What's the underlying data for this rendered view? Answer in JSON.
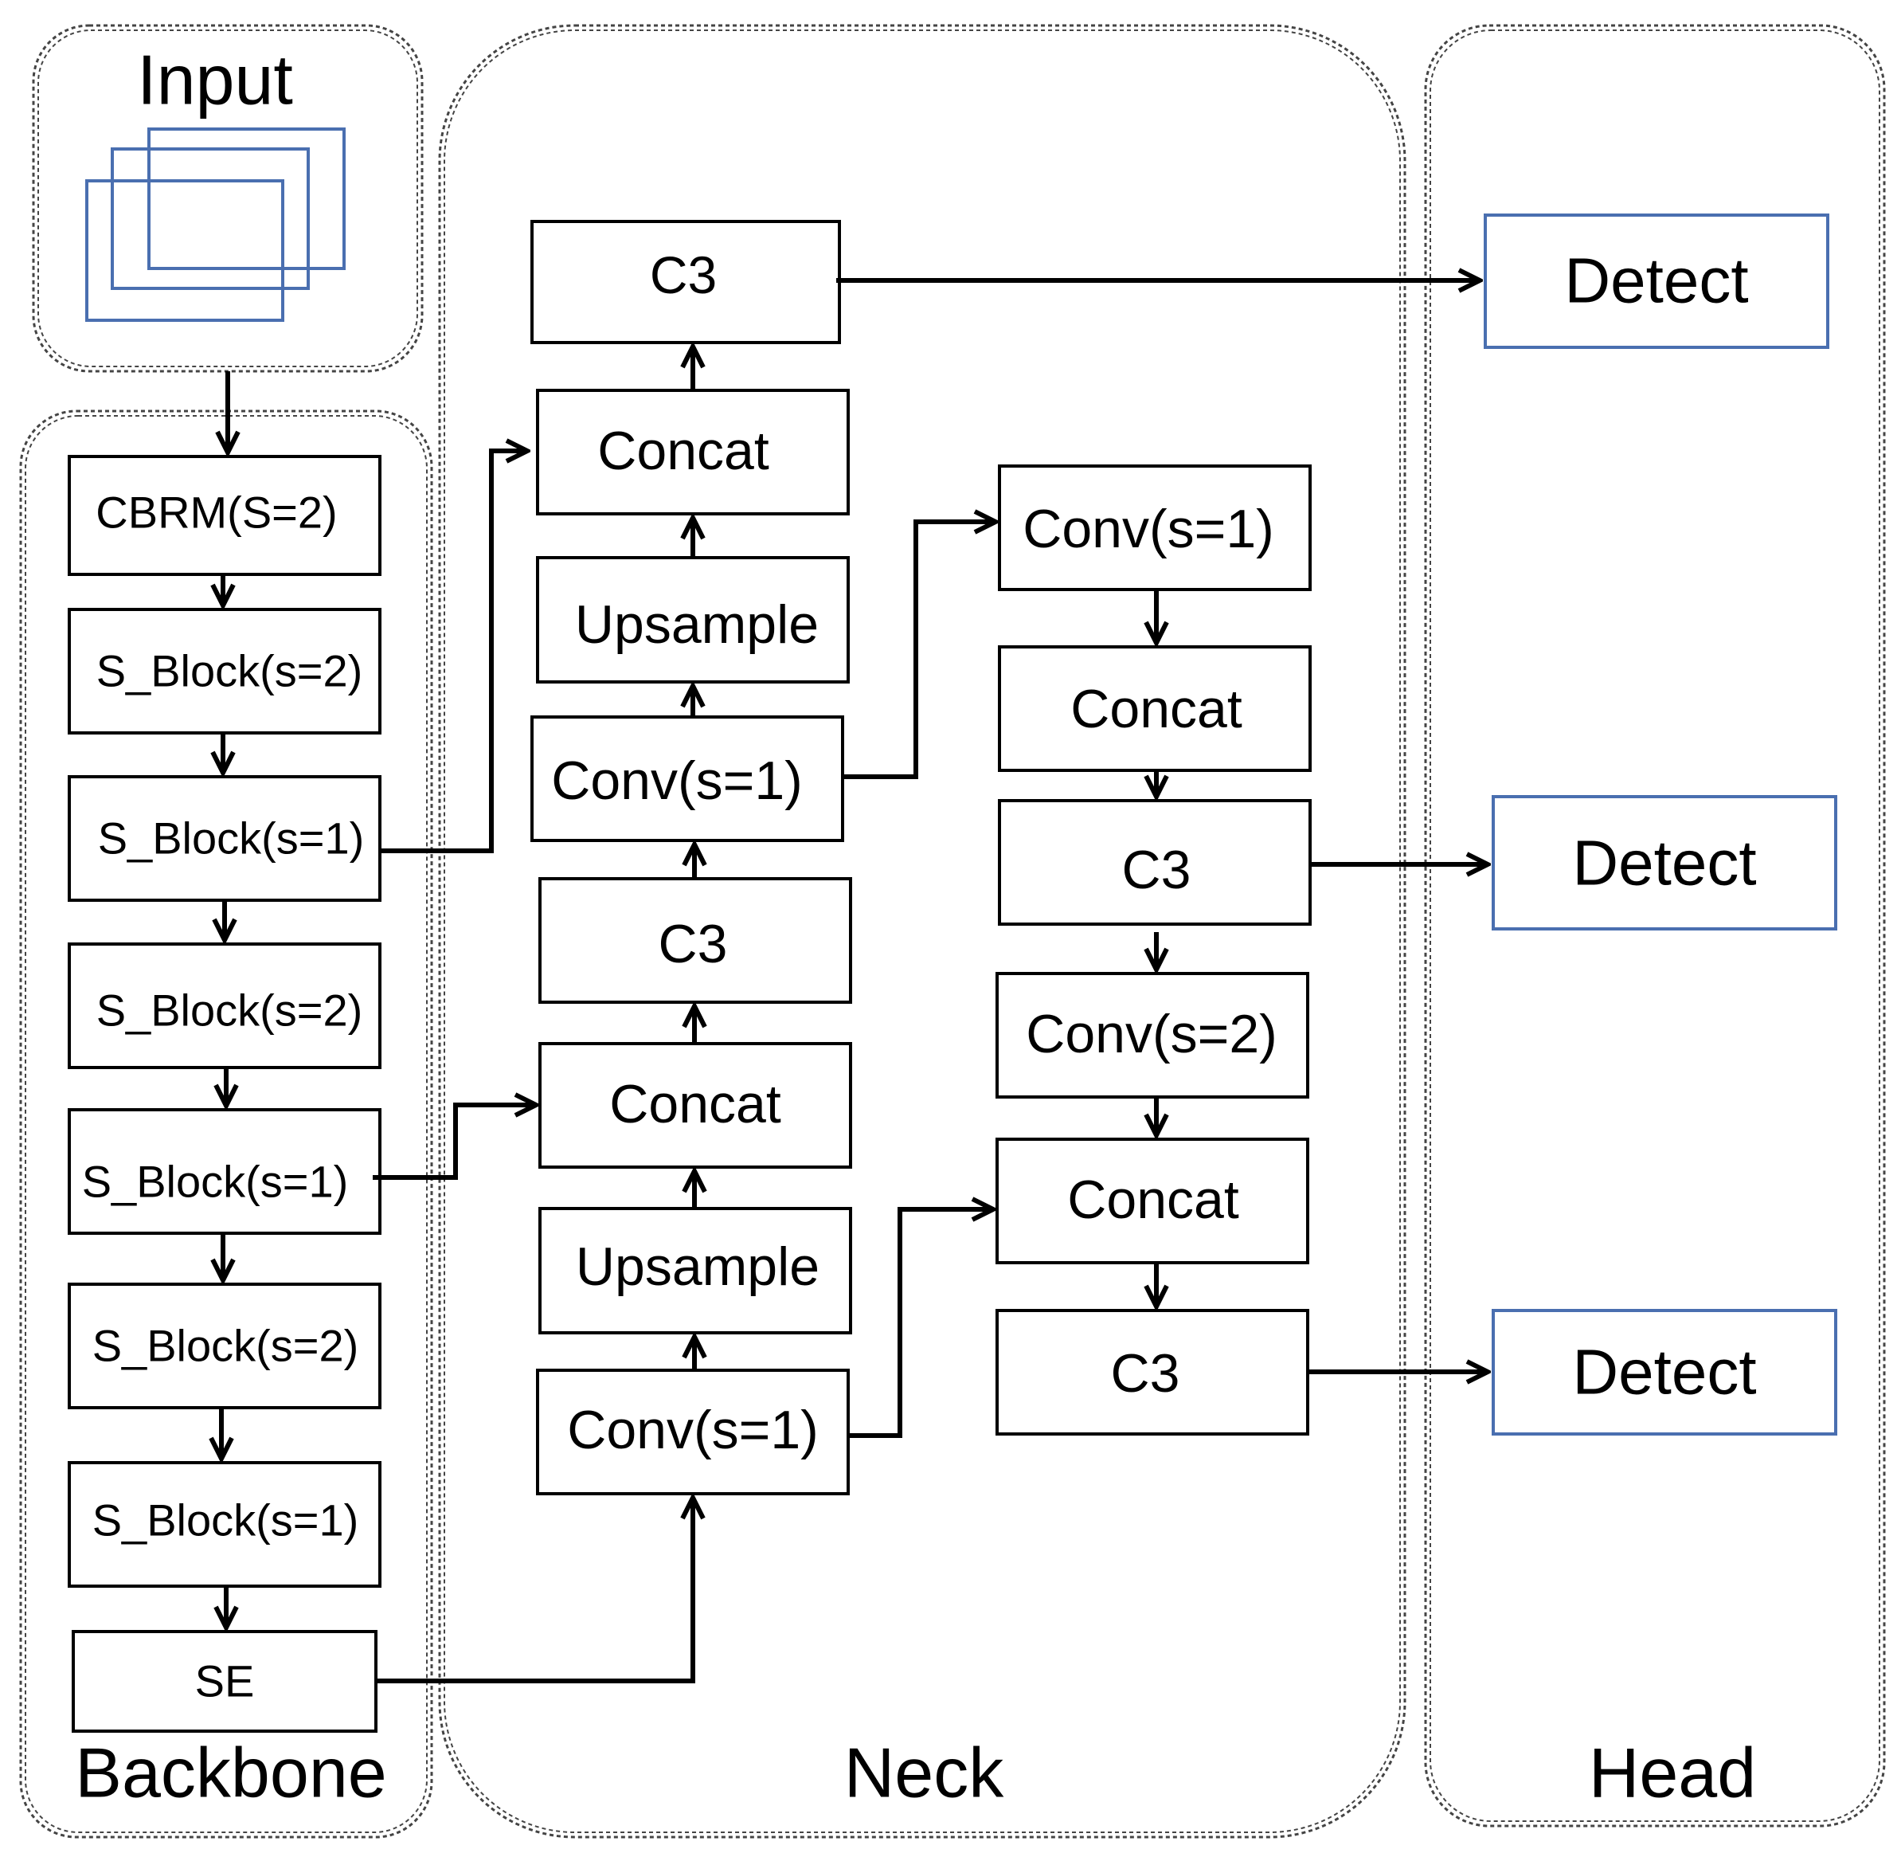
{
  "groups": {
    "input": "Input",
    "backbone": "Backbone",
    "neck": "Neck",
    "head": "Head"
  },
  "backbone": {
    "cbrm": "CBRM(S=2)",
    "s_block_1": "S_Block(s=2)",
    "s_block_2": "S_Block(s=1)",
    "s_block_3": "S_Block(s=2)",
    "s_block_4": "S_Block(s=1)",
    "s_block_5": "S_Block(s=2)",
    "s_block_6": "S_Block(s=1)",
    "se": "SE"
  },
  "neck": {
    "left": {
      "c3_top": "C3",
      "concat_top": "Concat",
      "upsample_top": "Upsample",
      "conv_top": "Conv(s=1)",
      "c3_mid": "C3",
      "concat_mid": "Concat",
      "upsample_bottom": "Upsample",
      "conv_bottom": "Conv(s=1)"
    },
    "right": {
      "conv_top": "Conv(s=1)",
      "concat_top": "Concat",
      "c3_mid": "C3",
      "conv_s2": "Conv(s=2)",
      "concat_bottom": "Concat",
      "c3_bottom": "C3"
    }
  },
  "head": {
    "detect_1": "Detect",
    "detect_2": "Detect",
    "detect_3": "Detect"
  }
}
